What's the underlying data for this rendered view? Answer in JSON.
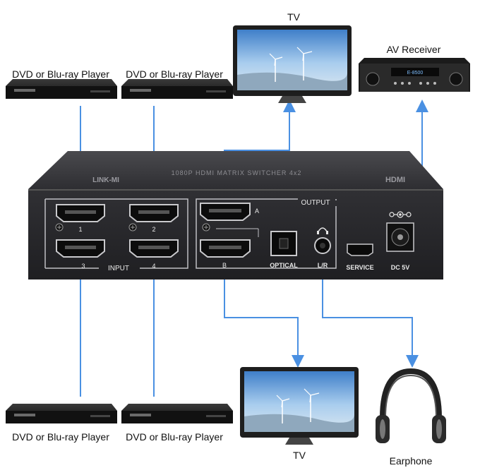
{
  "labels": {
    "dvd_top_1": "DVD or Blu-ray Player",
    "dvd_top_2": "DVD or Blu-ray Player",
    "dvd_bottom_1": "DVD or Blu-ray Player",
    "dvd_bottom_2": "DVD or Blu-ray Player",
    "tv_top": "TV",
    "tv_bottom": "TV",
    "av_receiver": "AV Receiver",
    "earphone": "Earphone"
  },
  "device": {
    "brand": "LINK-MI",
    "model_text": "1080P HDMI MATRIX SWITCHER 4x2",
    "hdmi_logo": "HDMI",
    "input_numbers": [
      "1",
      "2",
      "3",
      "4"
    ],
    "input_label": "INPUT",
    "output_label": "OUTPUT",
    "output_a": "A",
    "output_b": "B",
    "optical_label": "OPTICAL",
    "lr_label": "L/R",
    "service_label": "SERVICE",
    "power_label": "DC 5V"
  },
  "receiver_display": "E-8500",
  "colors": {
    "arrow": "#4a90e2",
    "panel": "#2b2b2e",
    "panel_text": "#e8e8e8"
  }
}
